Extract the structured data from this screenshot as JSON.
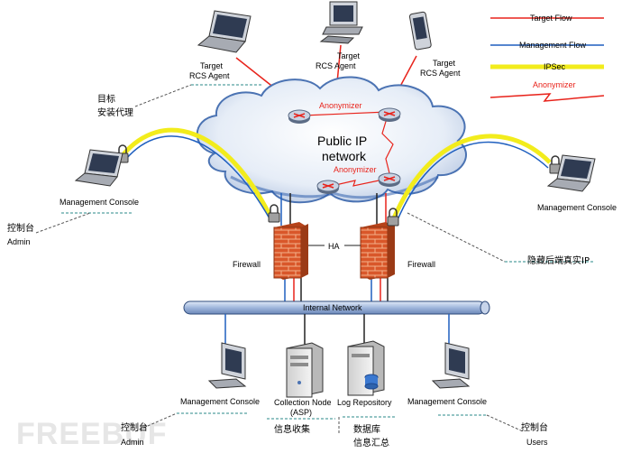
{
  "legend": {
    "target_flow": "Target Flow",
    "management_flow": "Management Flow",
    "ipsec": "IPSec",
    "anonymizer": "Anonymizer",
    "colors": {
      "target_flow": "#e8231b",
      "management_flow": "#1f5fbf",
      "ipsec": "#f2ec1c",
      "anonymizer": "#e8231b"
    }
  },
  "agents": [
    {
      "line1": "Target",
      "line2": "RCS Agent",
      "icon": "laptop-icon"
    },
    {
      "line1": "Target",
      "line2": "RCS Agent",
      "icon": "desktop-computer-icon"
    },
    {
      "line1": "Target",
      "line2": "RCS Agent",
      "icon": "mobile-phone-icon"
    }
  ],
  "agent_note": {
    "line1": "目标",
    "line2": "安装代理"
  },
  "cloud": {
    "line1": "Public IP",
    "line2": "network",
    "anonymizer_top": "Anonymizer",
    "anonymizer_bottom": "Anonymizer"
  },
  "left_console": {
    "label": "Management Console",
    "note_cn": "控制台",
    "note_en": "Admin"
  },
  "right_console": {
    "label": "Management Console"
  },
  "firewall_left": "Firewall",
  "firewall_right": "Firewall",
  "ha": "HA",
  "hidden_ip": "隐藏后端真实IP",
  "internal_network": "Internal Network",
  "bottom": {
    "console_left": {
      "label": "Management Console",
      "note_cn": "控制台",
      "note_en": "Admin"
    },
    "collection": {
      "line1": "Collection Node",
      "line2": "(ASP)",
      "note_cn": "信息收集"
    },
    "log_repo": {
      "label": "Log Repository",
      "note1": "数据库",
      "note2": "信息汇总"
    },
    "console_right": {
      "label": "Management Console",
      "note_cn": "控制台",
      "note_en": "Users"
    }
  },
  "watermark": "FREEBUF"
}
